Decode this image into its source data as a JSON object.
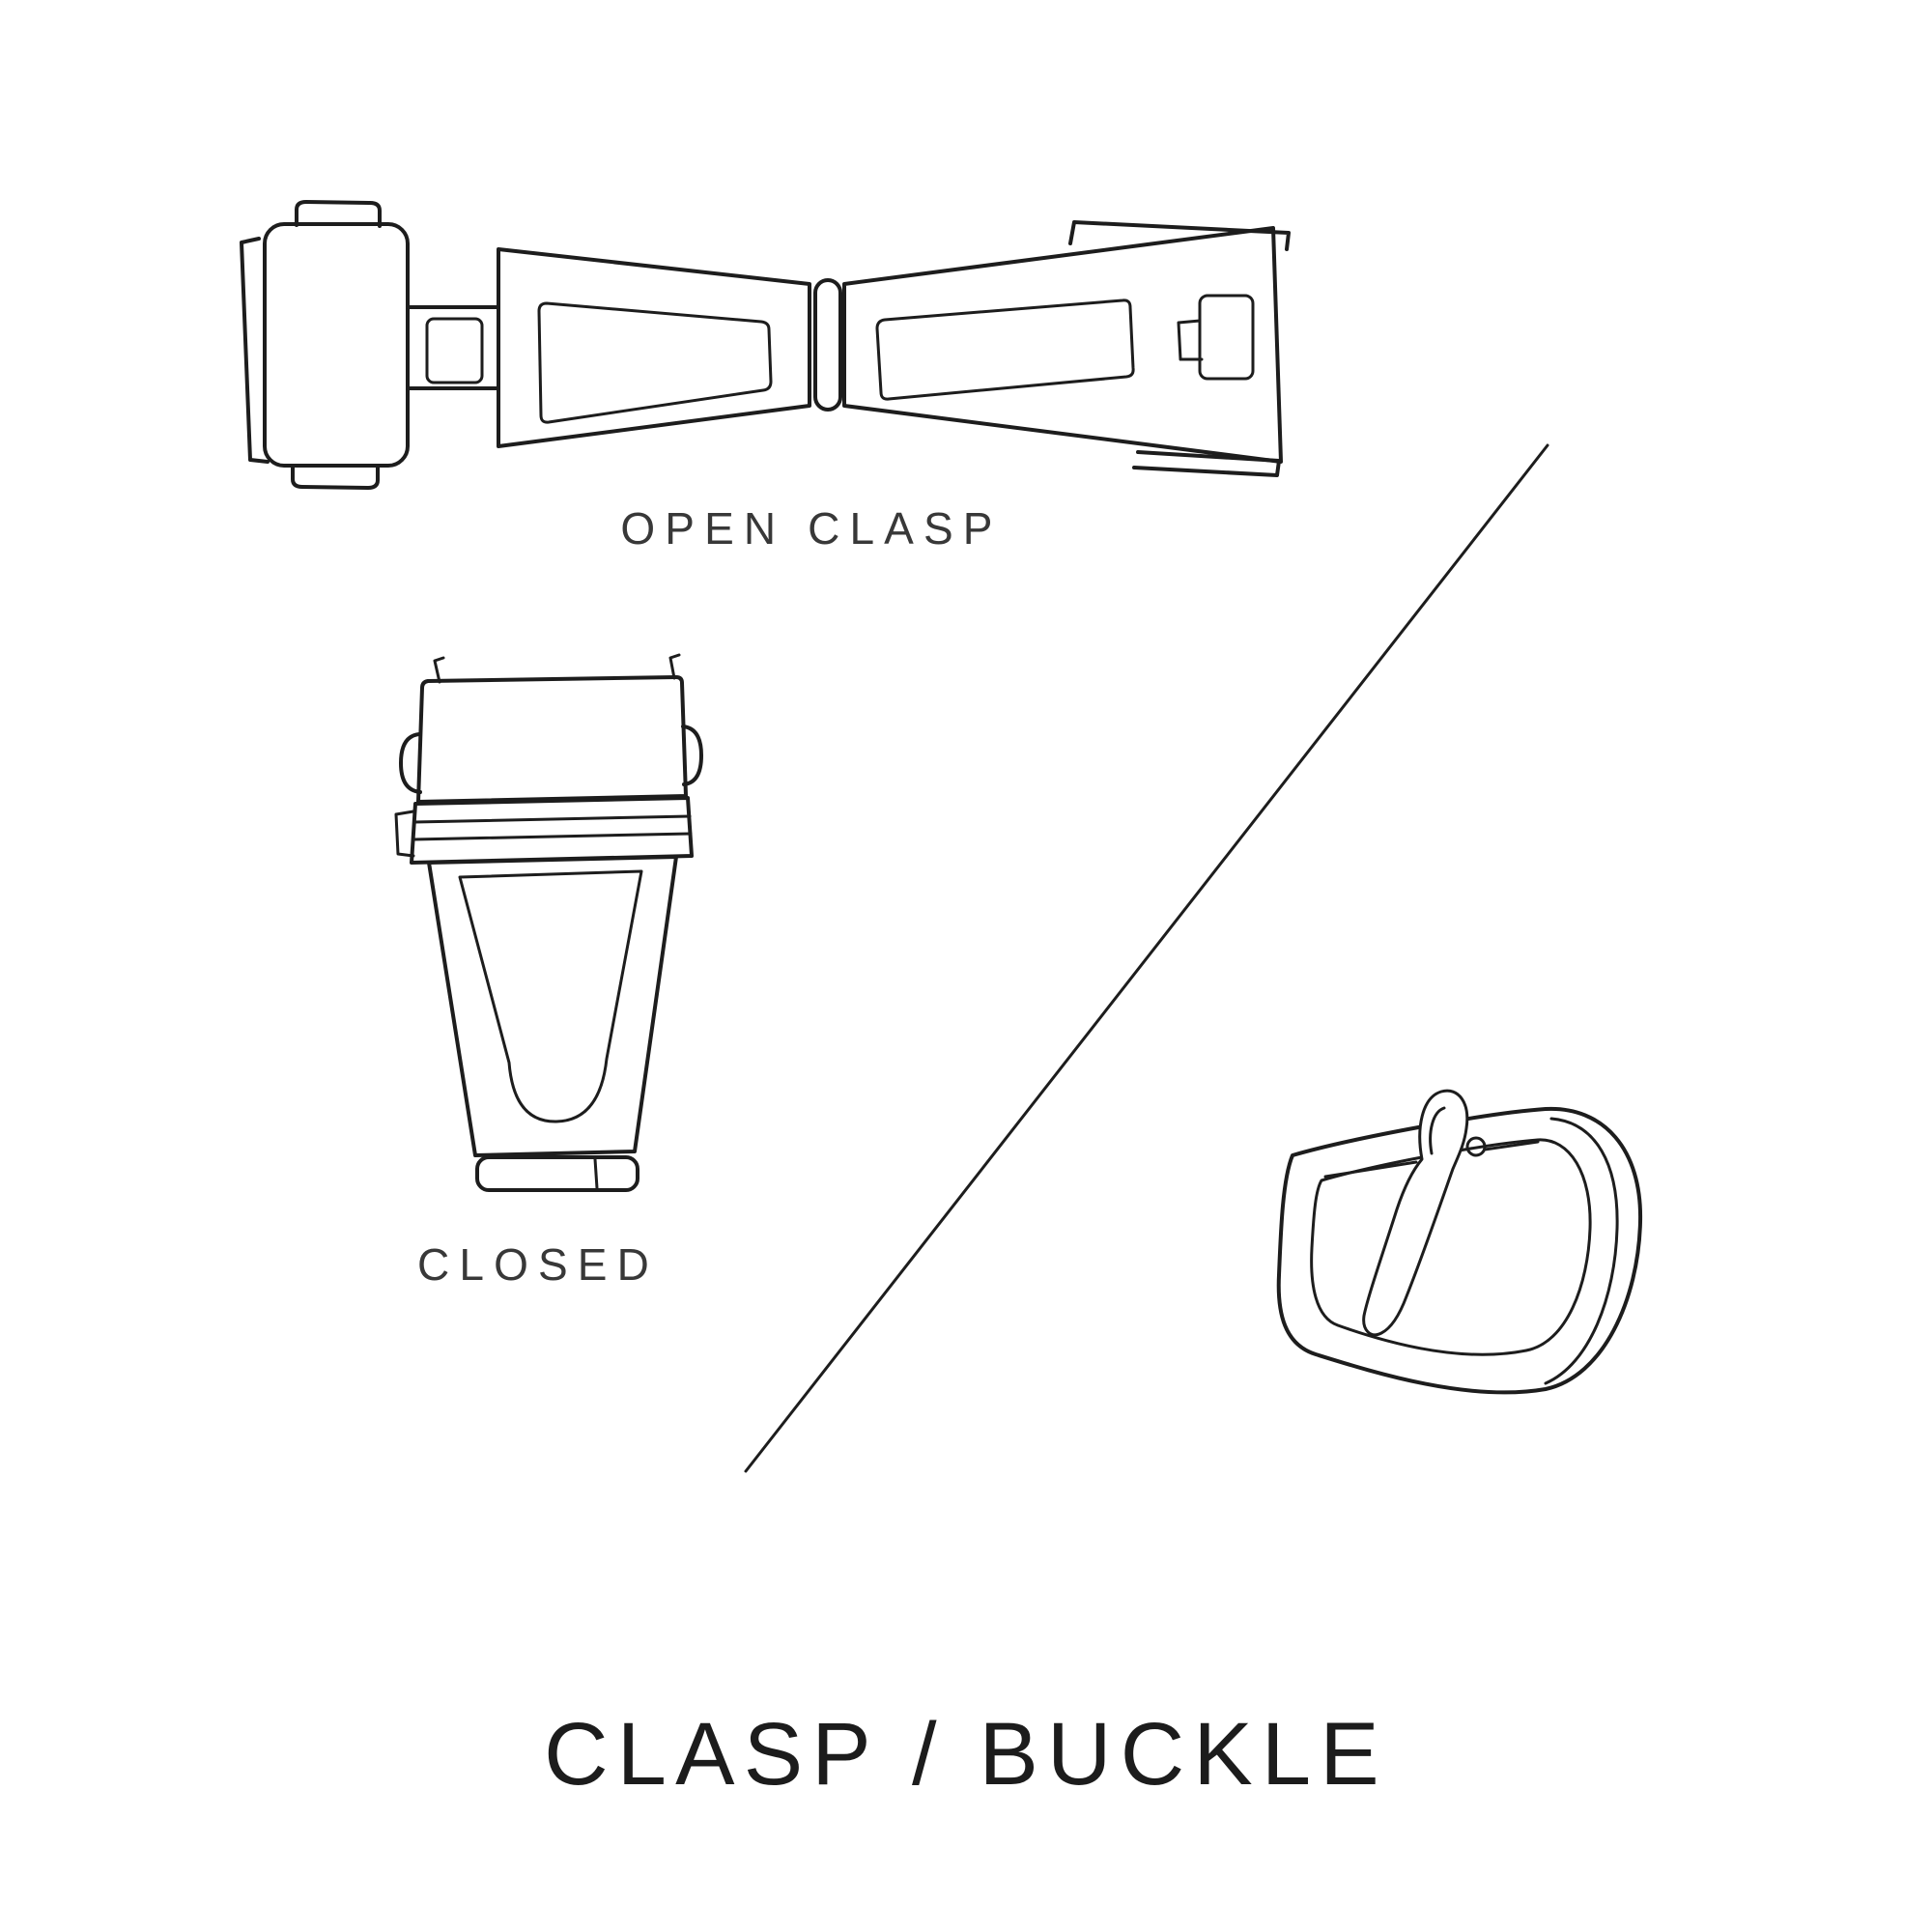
{
  "diagram": {
    "title": "CLASP / BUCKLE",
    "sections": {
      "open_clasp": {
        "label": "OPEN CLASP"
      },
      "closed": {
        "label": "CLOSED"
      },
      "buckle": {
        "label": ""
      }
    },
    "colors": {
      "background": "#ffffff",
      "line": "#1d1d1d",
      "label_text": "#383838",
      "title_text": "#1c1c1c"
    }
  }
}
